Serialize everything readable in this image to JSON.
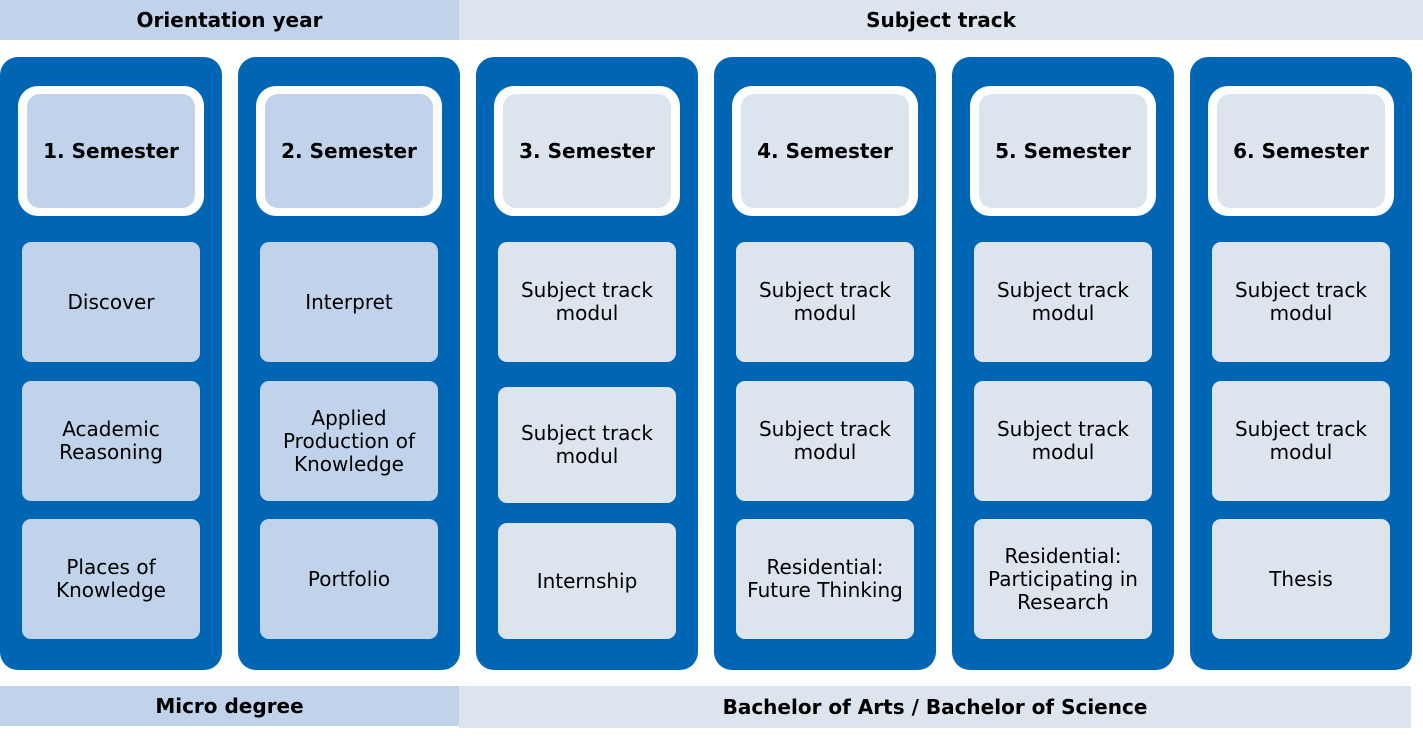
{
  "top_bands": {
    "orientation": "Orientation year",
    "subject_track": "Subject track"
  },
  "bottom_bands": {
    "micro_degree": "Micro degree",
    "bachelor": "Bachelor of Arts / Bachelor of Science"
  },
  "colors": {
    "column_blue": "#0066b3",
    "orientation_light": "#c0d3ea",
    "subject_light": "#dce5ee"
  },
  "semesters": [
    {
      "title": "1. Semester",
      "modules": [
        "Discover",
        "Academic Reasoning",
        "Places of Knowledge"
      ]
    },
    {
      "title": "2. Semester",
      "modules": [
        "Interpret",
        "Applied Production of Knowledge",
        "Portfolio"
      ]
    },
    {
      "title": "3. Semester",
      "modules": [
        "Subject track modul",
        "Subject track modul",
        "Internship"
      ]
    },
    {
      "title": "4. Semester",
      "modules": [
        "Subject track modul",
        "Subject track modul",
        "Residential: Future Thinking"
      ]
    },
    {
      "title": "5. Semester",
      "modules": [
        "Subject track modul",
        "Subject track modul",
        "Residential: Participating in Research"
      ]
    },
    {
      "title": "6. Semester",
      "modules": [
        "Subject track modul",
        "Subject track modul",
        "Thesis"
      ]
    }
  ]
}
